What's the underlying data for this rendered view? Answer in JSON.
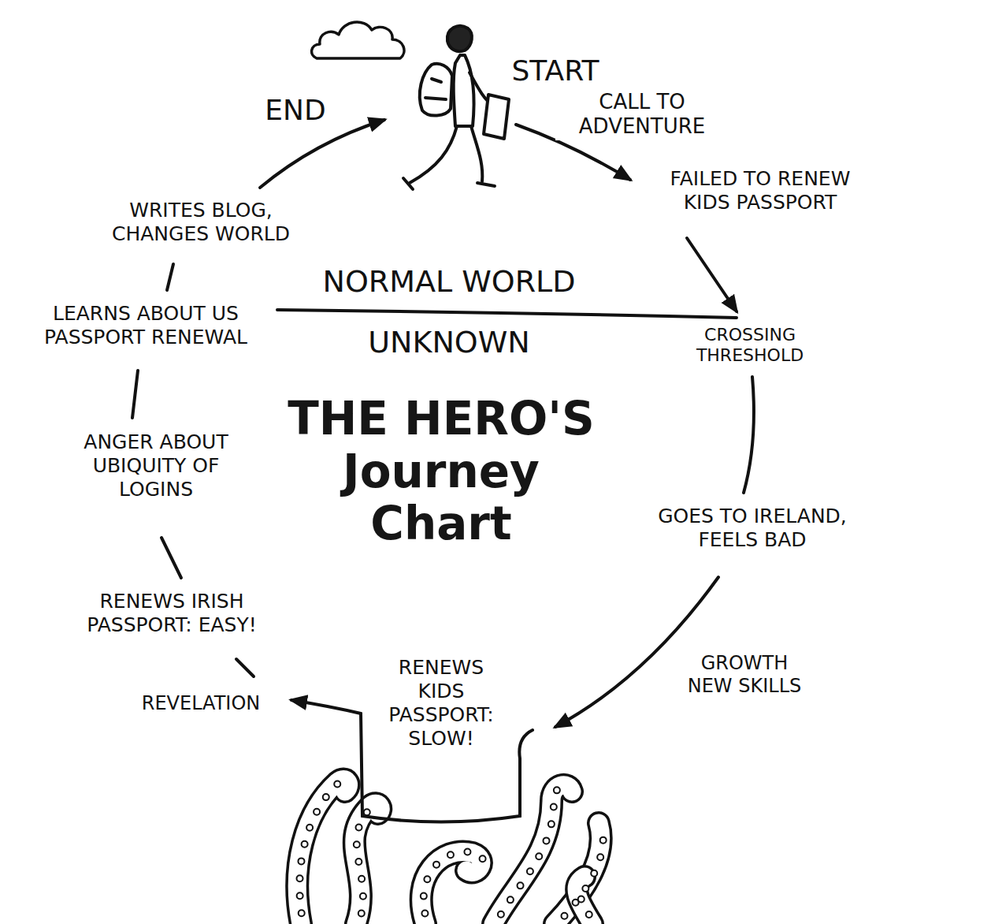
{
  "diagram": {
    "title": "THE HERO'S Journey Chart",
    "labels": [
      "START",
      "CALL TO ADVENTURE",
      "FAILED TO RENEW KIDS PASSPORT",
      "NORMAL WORLD",
      "UNKNOWN",
      "CROSSING THRESHOLD",
      "GOES TO IRELAND, FEELS BAD",
      "GROWTH NEW SKILLS",
      "RENEWS KIDS PASSPORT: SLOW!",
      "REVELATION",
      "RENEWS IRISH PASSPORT: EASY!",
      "ANGER ABOUT UBIQUITY OF LOGINS",
      "LEARNS ABOUT US PASSPORT RENEWAL",
      "WRITES BLOG, CHANGES WORLD",
      "END"
    ]
  }
}
